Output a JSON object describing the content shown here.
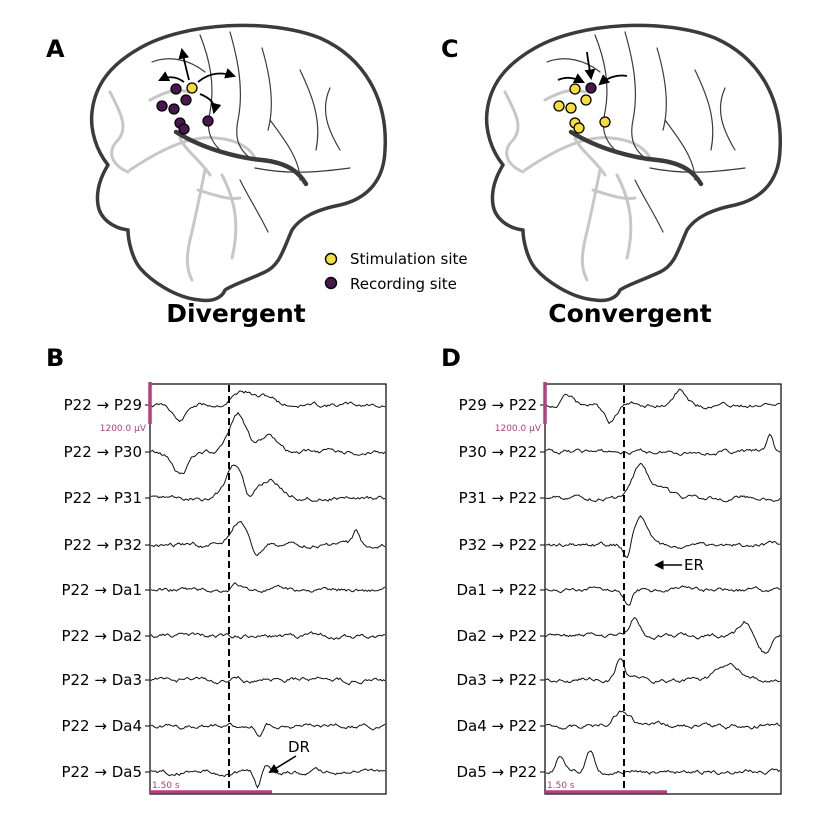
{
  "colors": {
    "stimulation": "#f5dd3a",
    "recording": "#4a1650",
    "scalebar": "#b0407e",
    "brain_outline": "#3b3b3b",
    "brain_sulci": "#c7c7c7",
    "trace": "#111111"
  },
  "labels": {
    "A": "A",
    "B": "B",
    "C": "C",
    "D": "D"
  },
  "titles": {
    "divergent": "Divergent",
    "convergent": "Convergent"
  },
  "legend": {
    "stimulation": "Stimulation site",
    "recording": "Recording site"
  },
  "panel_B": {
    "rows": [
      "P22 → P29",
      "P22 → P30",
      "P22 → P31",
      "P22 → P32",
      "P22 → Da1",
      "P22 → Da2",
      "P22 → Da3",
      "P22 → Da4",
      "P22 → Da5"
    ],
    "voltage_scale": "1200.0 µV",
    "time_scale": "1.50 s",
    "annotation": "DR"
  },
  "panel_D": {
    "rows": [
      "P29 → P22",
      "P30 → P22",
      "P31 → P22",
      "P32 → P22",
      "Da1 → P22",
      "Da2 → P22",
      "Da3 → P22",
      "Da4 → P22",
      "Da5 → P22"
    ],
    "voltage_scale": "1200.0 µV",
    "time_scale": "1.50 s",
    "annotation": "ER"
  },
  "icons": {
    "arrow": "curved-arrow-icon",
    "annotation_arrow": "pointer-arrow-icon"
  }
}
